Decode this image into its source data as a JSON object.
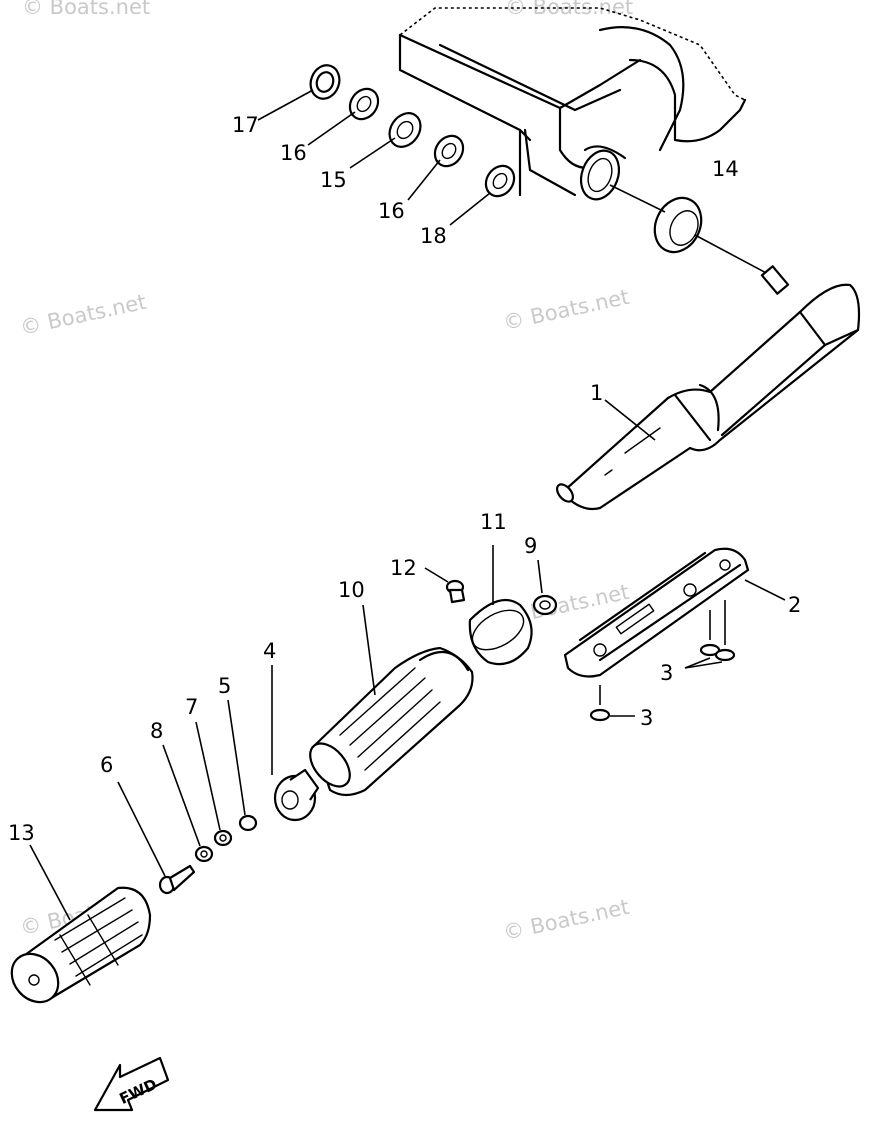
{
  "watermark": {
    "text": "© Boats.net",
    "color": "#c9c9c9"
  },
  "callouts": {
    "c1": "1",
    "c2": "2",
    "c3a": "3",
    "c3b": "3",
    "c4": "4",
    "c5": "5",
    "c6": "6",
    "c7": "7",
    "c8": "8",
    "c9": "9",
    "c10": "10",
    "c11": "11",
    "c12": "12",
    "c13": "13",
    "c14": "14",
    "c15": "15",
    "c16a": "16",
    "c16b": "16",
    "c17": "17",
    "c18": "18"
  },
  "fwd_arrow": {
    "label": "FWD"
  }
}
